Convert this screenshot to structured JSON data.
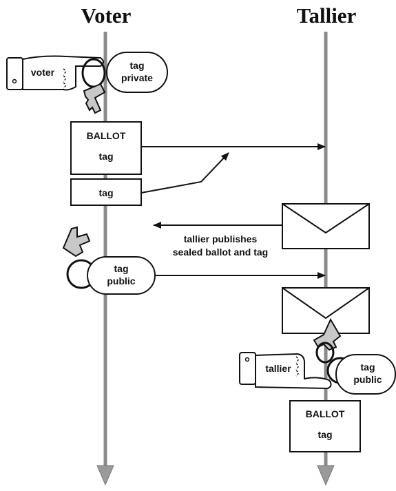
{
  "headers": {
    "voter": "Voter",
    "tallier": "Tallier"
  },
  "voter_key": {
    "hand_label": "voter",
    "tag_line1": "tag",
    "tag_line2": "private"
  },
  "ballot_box_voter": {
    "line1": "BALLOT",
    "line2": "tag"
  },
  "tag_box": {
    "label": "tag"
  },
  "publish_note": {
    "line1": "tallier publishes",
    "line2": "sealed ballot and tag"
  },
  "public_key_voter": {
    "tag_line1": "tag",
    "tag_line2": "public"
  },
  "tallier_key": {
    "hand_label": "tallier",
    "tag_line1": "tag",
    "tag_line2": "public"
  },
  "ballot_box_tallier": {
    "line1": "BALLOT",
    "line2": "tag"
  },
  "colors": {
    "timeline": "#8a8a8a",
    "ink": "#111111",
    "key_fill": "#c8c8c8"
  }
}
